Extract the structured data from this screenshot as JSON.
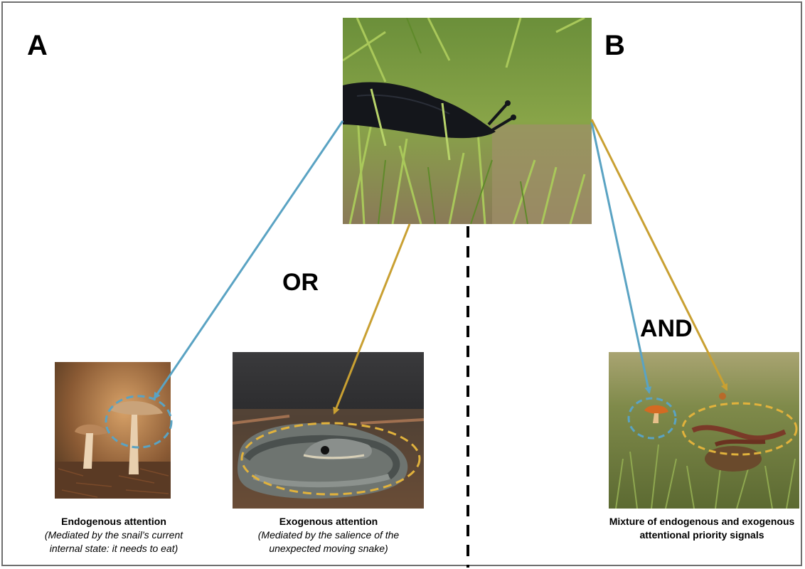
{
  "panels": {
    "a_label": "A",
    "b_label": "B"
  },
  "connectors": {
    "or_label": "OR",
    "and_label": "AND"
  },
  "captions": {
    "endogenous": {
      "title": "Endogenous attention",
      "line1": "(Mediated by the snail’s current",
      "line2": "internal state: it needs to eat)"
    },
    "exogenous": {
      "title": "Exogenous attention",
      "line1": "(Mediated by the salience of the",
      "line2": "unexpected moving snake)"
    },
    "mixture": {
      "line1": "Mixture of endogenous and exogenous",
      "line2": "attentional priority signals"
    }
  },
  "colors": {
    "endogenous_arrow": "#5aa3c3",
    "exogenous_arrow": "#c9a032",
    "divider": "#000000"
  }
}
